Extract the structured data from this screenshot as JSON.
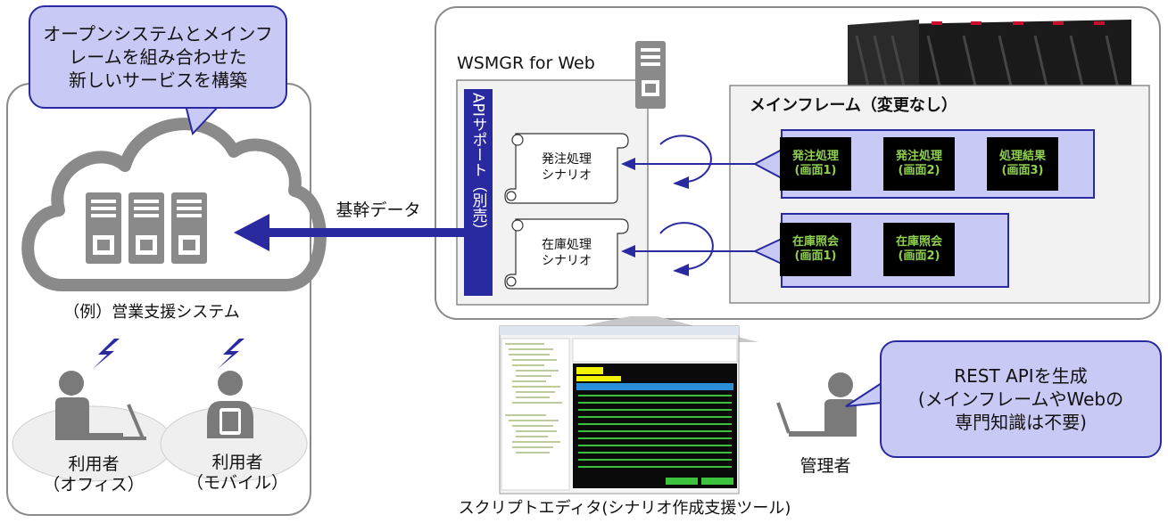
{
  "callout_left": "オープンシステムとメインフ\nレームを組み合わせた\n新しいサービスを構築",
  "sales_system_label": "（例）営業支援システム",
  "user_office": "利用者\n（オフィス）",
  "user_mobile": "利用者\n（モバイル）",
  "core_data_label": "基幹データ",
  "wsmgr_title": "WSMGR for Web",
  "api_support_label": "APIサポート（別売）",
  "scenario_order": "発注処理\nシナリオ",
  "scenario_stock": "在庫処理\nシナリオ",
  "mainframe_title": "メインフレーム（変更なし）",
  "screens_order": [
    "発注処理\n(画面1)",
    "発注処理\n(画面2)",
    "処理結果\n(画面3)"
  ],
  "screens_stock": [
    "在庫照会\n(画面1)",
    "在庫照会\n(画面2)"
  ],
  "callout_right": "REST APIを生成\n(メインフレームやWebの\n専門知識は不要)",
  "admin_label": "管理者",
  "script_editor_label": "スクリプトエディタ(シナリオ作成支援ツール)",
  "colors": {
    "accent": "#2a2aa0",
    "callout_fill": "#c9c9f5",
    "screen_text": "#8fd14f",
    "icon_gray": "#8a8a8a"
  }
}
